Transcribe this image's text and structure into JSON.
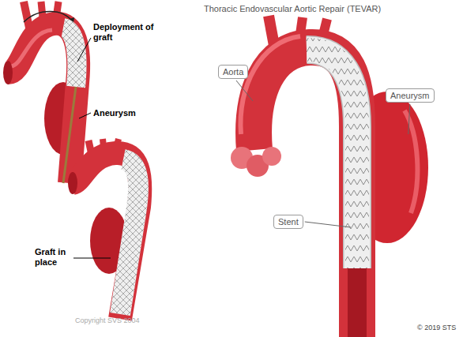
{
  "diagram": {
    "title": "Thoracic Endovascular Aortic Repair (TEVAR)",
    "nodes": [
      {
        "text": [
          "Aorta"
        ]
      },
      {
        "text": [
          "Aneurysm"
        ]
      },
      {
        "text": [
          "Stent"
        ]
      }
    ],
    "labels": [
      "Deployment of graft",
      "Aneurysm",
      "Graft in place",
      "Copyright SVS 2004",
      "© 2019 STS"
    ]
  }
}
